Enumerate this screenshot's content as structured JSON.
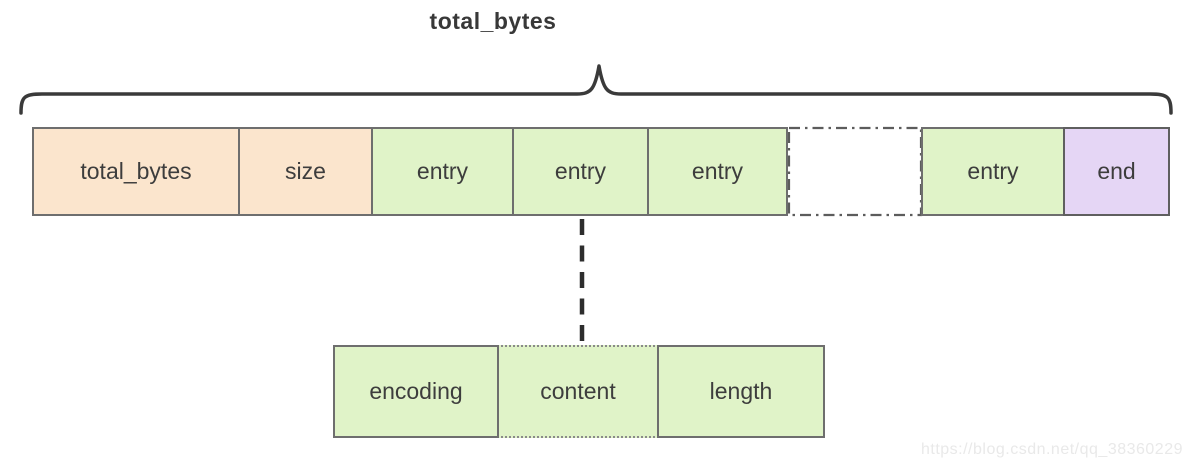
{
  "diagram": {
    "title": "total_bytes",
    "main_row": {
      "cells": [
        {
          "label": "total_bytes",
          "type": "header"
        },
        {
          "label": "size",
          "type": "header"
        },
        {
          "label": "entry",
          "type": "entry"
        },
        {
          "label": "entry",
          "type": "entry"
        },
        {
          "label": "entry",
          "type": "entry"
        },
        {
          "label": "",
          "type": "ellipsis-placeholder"
        },
        {
          "label": "entry",
          "type": "entry"
        },
        {
          "label": "end",
          "type": "end"
        }
      ]
    },
    "entry_detail_row": {
      "cells": [
        {
          "label": "encoding"
        },
        {
          "label": "content"
        },
        {
          "label": "length"
        }
      ]
    },
    "watermark": "https://blog.csdn.net/qq_38360229",
    "colors": {
      "header_fill": "#fbe5cd",
      "entry_fill": "#e0f3c8",
      "end_fill": "#e5d6f5",
      "box_border": "#6e6e6e",
      "text": "#3d3d3d",
      "brace": "#3a3a3a",
      "connector": "#2d2d2d",
      "watermark_text": "#e9e9e9"
    }
  }
}
